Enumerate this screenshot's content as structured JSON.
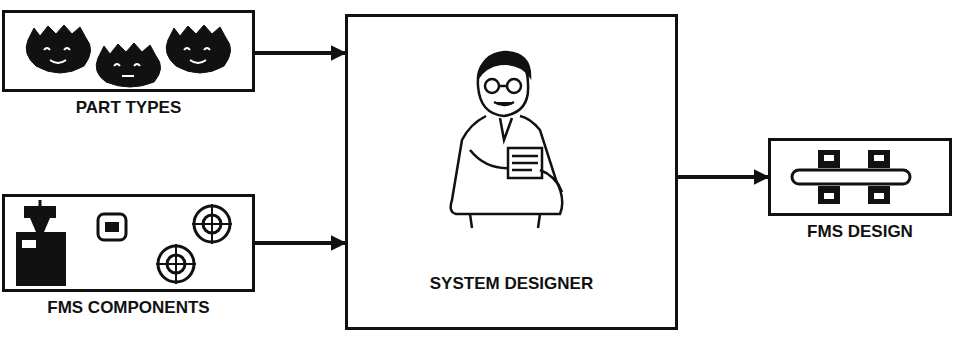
{
  "diagram": {
    "nodes": [
      {
        "text": [
          "PART TYPES"
        ]
      },
      {
        "text": [
          "FMS COMPONENTS"
        ]
      },
      {
        "text": [
          "SYSTEM DESIGNER"
        ]
      },
      {
        "text": [
          "FMS DESIGN"
        ]
      }
    ],
    "edges": [
      {
        "from": 0,
        "to": 2,
        "arrow": "to"
      },
      {
        "from": 1,
        "to": 2,
        "arrow": "to"
      },
      {
        "from": 2,
        "to": 3,
        "arrow": "to"
      }
    ]
  }
}
